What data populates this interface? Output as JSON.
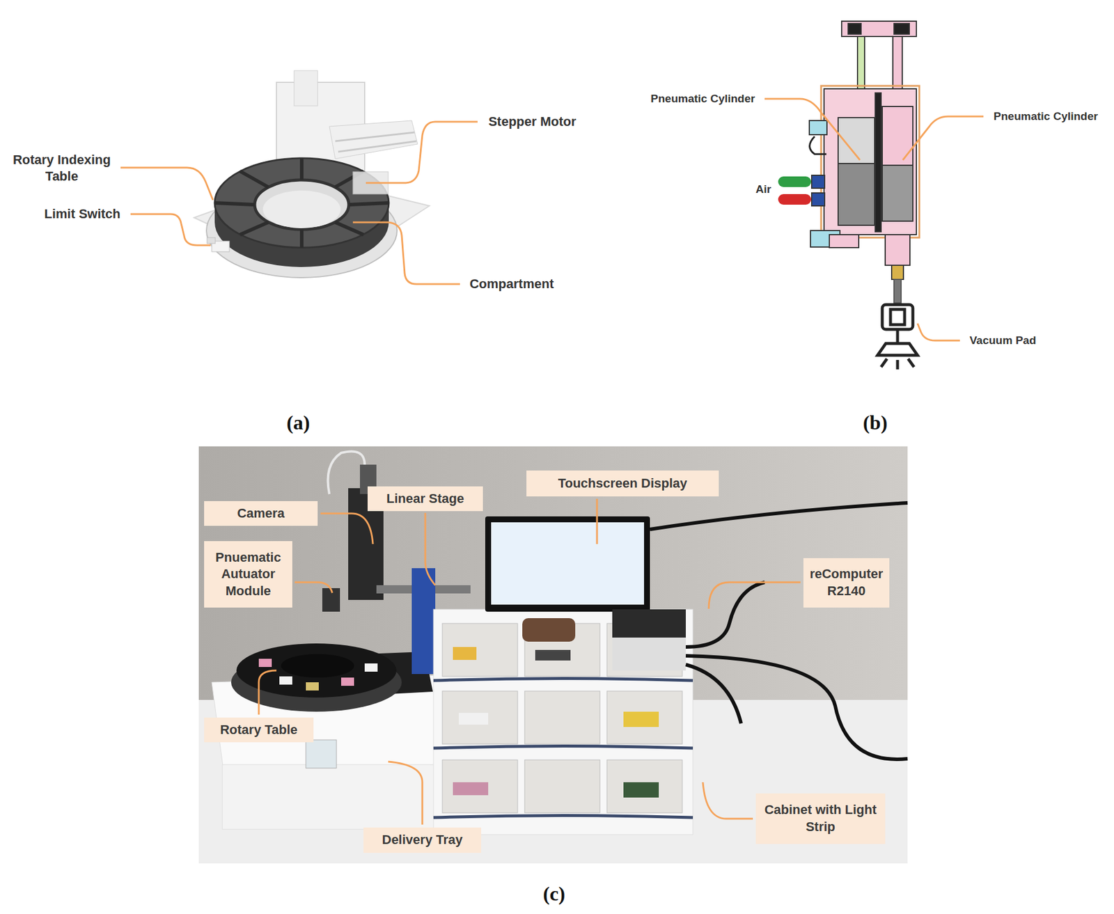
{
  "diagram": {
    "nodes": [
      {
        "text": [
          "Touchscreen Display"
        ]
      },
      {
        "text": [
          "Linear Stage"
        ]
      },
      {
        "text": [
          "Camera"
        ]
      },
      {
        "text": [
          "Pnuematic Autuator Module"
        ]
      },
      {
        "text": [
          "reComputer R2140"
        ]
      },
      {
        "text": [
          "Rotary Table"
        ]
      },
      {
        "text": [
          "Cabinet with Light Strip"
        ]
      },
      {
        "text": [
          "Delivery Tray"
        ]
      }
    ],
    "labels": [
      "Stepper Motor",
      "Rotary Indexing Table",
      "Limit Switch",
      "Compartment",
      "Pneumatic Cylinder",
      "Pneumatic Cylinder",
      "Air",
      "Vacuum Pad",
      "(a)",
      "(b)",
      "(c)"
    ]
  }
}
